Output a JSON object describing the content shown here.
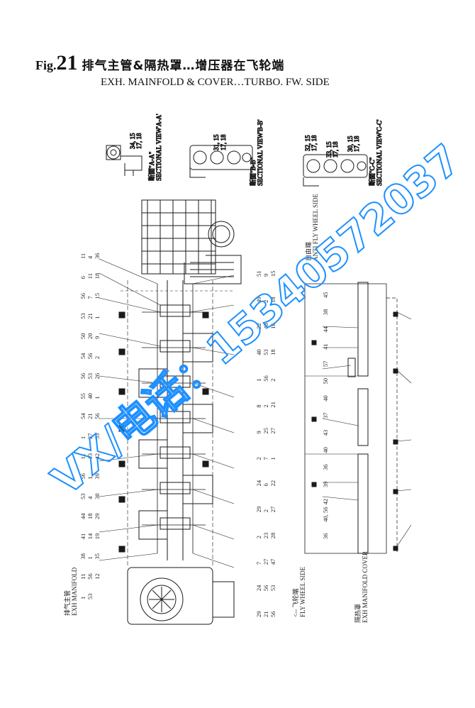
{
  "title": {
    "prefix": "Fig.",
    "number": "21",
    "chinese": "排气主管&隔热罩…增压器在飞轮端",
    "english": "EXH. MAINFOLD & COVER…TURBO. FW. SIDE"
  },
  "sections": [
    {
      "cn": "断面\"A-A\"",
      "en": "SECTIONAL VIEW'A-A'",
      "numbers": [
        "34, 15",
        "17, 18"
      ]
    },
    {
      "cn": "断面\"B-B\"",
      "en": "SECTIONAL VIEW'B-B'",
      "numbers": [
        "31, 15",
        "17, 18"
      ]
    },
    {
      "cn": "断面\"C-C\"",
      "en": "SECTIONAL VIEW'C-C'",
      "numbers": [
        "32, 15",
        "17, 18",
        "33, 15",
        "17, 18",
        "30, 15",
        "17, 18"
      ]
    }
  ],
  "views": {
    "manifold_cn": "排气主管",
    "manifold_en": "EXH MANIFOLD",
    "cover_cn": "隔热罩",
    "cover_en": "EXH MANIFOLD COVER",
    "flywheel_cn": "<-- 飞轮端",
    "flywheel_en": "FLY WHEEL SIDE",
    "antifly_cn": "自由端",
    "antifly_en": "ANTI FLY WHEEL SIDE"
  },
  "left_labels": [
    "11",
    "6",
    "56",
    "53",
    "50",
    "54",
    "56",
    "55",
    "54",
    "1",
    "11",
    "56",
    "53",
    "44",
    "41",
    "38",
    "11",
    "1",
    "4",
    "11",
    "7",
    "21",
    "20",
    "56",
    "53",
    "40",
    "21",
    "37",
    "13",
    "1",
    "4",
    "18",
    "14",
    "1",
    "56",
    "53",
    "36",
    "18",
    "15",
    "1",
    "9",
    "2",
    "26",
    "1",
    "56",
    "53",
    "42",
    "39",
    "30",
    "29",
    "19",
    "35",
    "12"
  ],
  "mid_labels": [
    "51",
    "49",
    "22",
    "40",
    "1",
    "8",
    "9",
    "2",
    "24",
    "29",
    "2",
    "7",
    "24",
    "29",
    "9",
    "2",
    "48",
    "53",
    "56",
    "2",
    "25",
    "7",
    "6",
    "2",
    "23",
    "27",
    "56",
    "21",
    "15",
    "18",
    "16",
    "18",
    "2",
    "21",
    "27",
    "1",
    "22",
    "27",
    "28",
    "47",
    "53",
    "56"
  ],
  "cover_labels": [
    "45",
    "38",
    "44",
    "41",
    "57",
    "50",
    "40",
    "37",
    "43",
    "40",
    "36",
    "39",
    "42",
    "40, 56",
    "36"
  ],
  "watermark": "VX/电话：15340572037",
  "colors": {
    "ink": "#1a1a1a",
    "watermark": "#1e90ff"
  }
}
